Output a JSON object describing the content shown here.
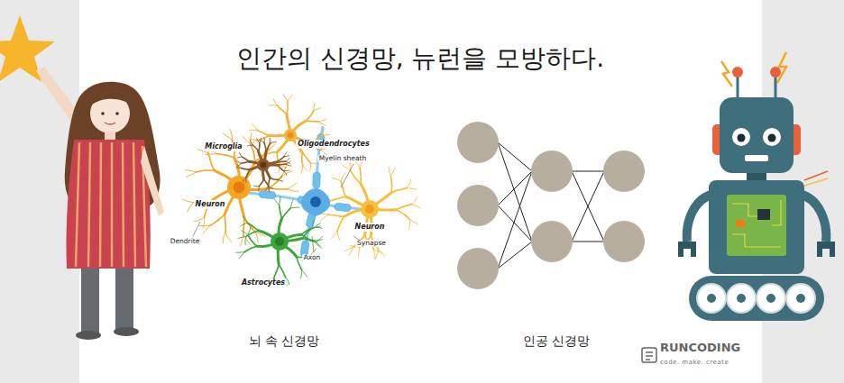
{
  "diagram": {
    "title": "인간의 신경망, 뉴런을 모방하다.",
    "labels": [
      "Microglia",
      "Oligodendrocytes",
      "Myelin sheath",
      "Neuron",
      "Neuron",
      "Dendrite",
      "Axon",
      "Synapse",
      "Astrocytes",
      "뇌 속 신경망",
      "인공 신경망",
      "RUNCODING",
      "code. make. create"
    ]
  }
}
